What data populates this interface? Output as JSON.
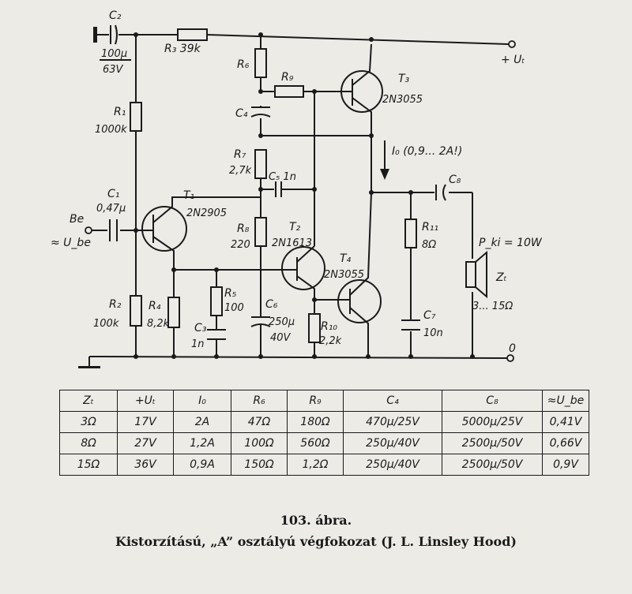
{
  "labels": {
    "c2_name": "C₂",
    "c2_val1": "100μ",
    "c2_val2": "63V",
    "r3": "R₃ 39k",
    "r6": "R₆",
    "r9": "R₉",
    "t3_name": "T₃",
    "t3_type": "2N3055",
    "vt": "+ Uₜ",
    "r1_name": "R₁",
    "r1_val": "1000k",
    "c4": "C₄",
    "r7_name": "R₇",
    "r7_val": "2,7k",
    "io": "I₀ (0,9... 2A!)",
    "c5": "C₅ 1n",
    "c8": "C₈",
    "c1_name": "C₁",
    "c1_val": "0,47μ",
    "t1_name": "T₁",
    "t1_type": "2N2905",
    "be": "Be",
    "ube": "≈ U_be",
    "r8_name": "R₈",
    "r8_val": "220",
    "t2_name": "T₂",
    "t2_type": "2N1613",
    "r11_name": "R₁₁",
    "r11_val": "8Ω",
    "pki": "P_ki = 10W",
    "t4_name": "T₄",
    "t4_type": "2N3055",
    "r5_name": "R₅",
    "r5_val": "100",
    "zt": "Zₜ",
    "zt_range": "3... 15Ω",
    "r2_name": "R₂",
    "r2_val": "100k",
    "r4_name": "R₄",
    "r4_val": "8,2k",
    "c3_name": "C₃",
    "c3_val": "1n",
    "c6_name": "C₆",
    "c6_val1": "250μ",
    "c6_val2": "40V",
    "r10_name": "R₁₀",
    "r10_val": "2,2k",
    "c7_name": "C₇",
    "c7_val": "10n",
    "zero": "0"
  },
  "table": {
    "headers": [
      "Zₜ",
      "+Uₜ",
      "I₀",
      "R₆",
      "R₉",
      "C₄",
      "C₈",
      "≈U_be"
    ],
    "rows": [
      [
        "3Ω",
        "17V",
        "2A",
        "47Ω",
        "180Ω",
        "470μ/25V",
        "5000μ/25V",
        "0,41V"
      ],
      [
        "8Ω",
        "27V",
        "1,2A",
        "100Ω",
        "560Ω",
        "250μ/40V",
        "2500μ/50V",
        "0,66V"
      ],
      [
        "15Ω",
        "36V",
        "0,9A",
        "150Ω",
        "1,2Ω",
        "250μ/40V",
        "2500μ/50V",
        "0,9V"
      ]
    ]
  },
  "caption": {
    "figure_number": "103. ábra.",
    "title": "Kistorzítású, „A” osztályú végfokozat (J. L. Linsley Hood)"
  }
}
